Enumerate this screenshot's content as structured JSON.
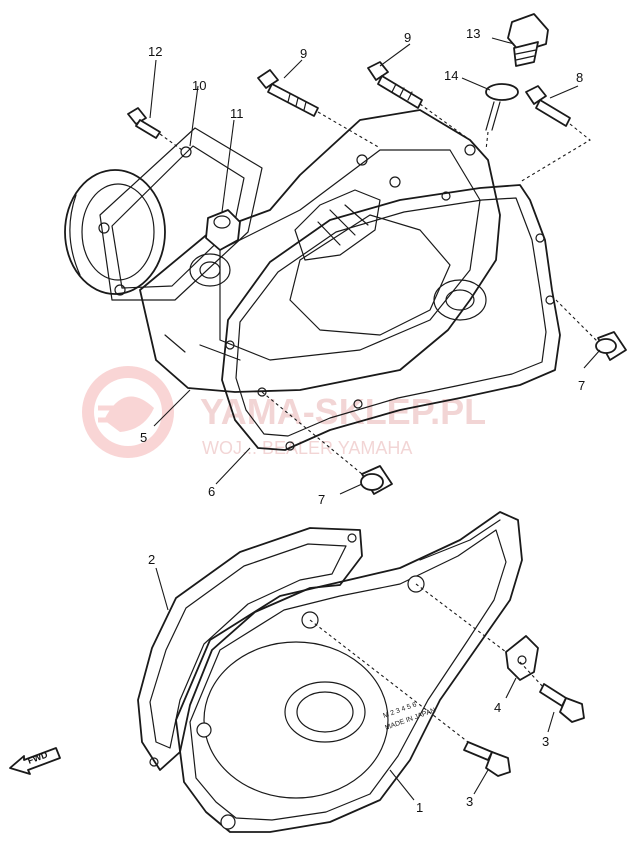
{
  "watermark": {
    "line1": "YAMA-SKLEP.PL",
    "line2": "WOJ... BEALER YAMAHA",
    "color": "#e8b4b4"
  },
  "fwd_label": "FWD",
  "cast_marks": [
    "M 2 3 4 5 6",
    "MADE IN JAPAN"
  ],
  "callouts": [
    "1",
    "2",
    "3",
    "3",
    "4",
    "5",
    "6",
    "7",
    "7",
    "8",
    "9",
    "9",
    "10",
    "11",
    "12",
    "13",
    "14"
  ]
}
